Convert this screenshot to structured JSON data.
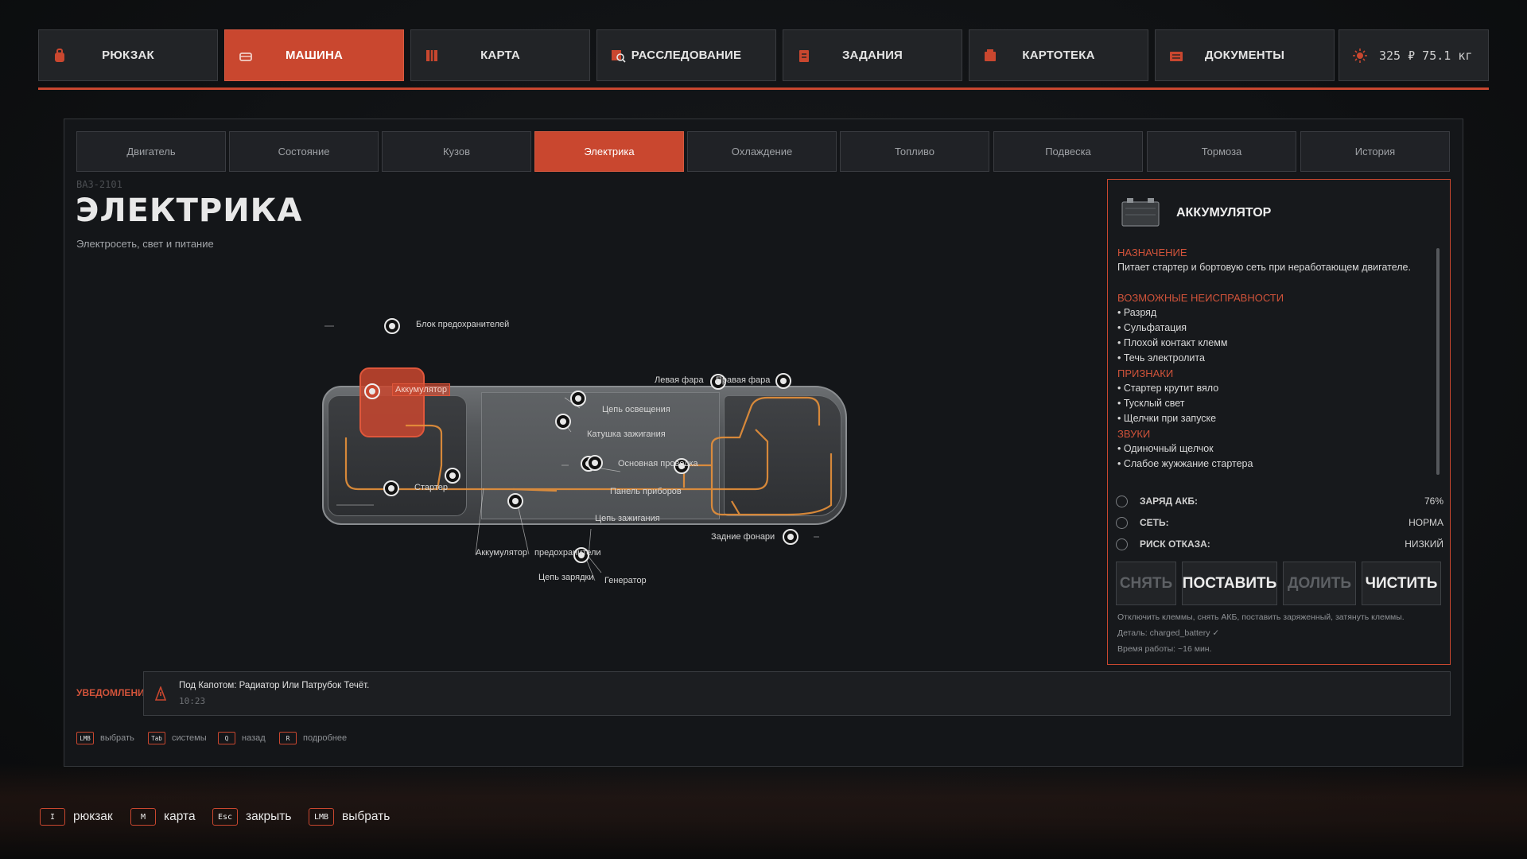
{
  "top_tabs": [
    {
      "label": "РЮКЗАК",
      "icon": "backpack-icon",
      "active": false
    },
    {
      "label": "МАШИНА",
      "icon": "car-icon",
      "active": true
    },
    {
      "label": "КАРТА",
      "icon": "map-icon",
      "active": false
    },
    {
      "label": "РАССЛЕДОВАНИЕ",
      "icon": "investigation-icon",
      "active": false
    },
    {
      "label": "ЗАДАНИЯ",
      "icon": "tasks-icon",
      "active": false
    },
    {
      "label": "КАРТОТЕКА",
      "icon": "card-index-icon",
      "active": false
    },
    {
      "label": "ДОКУМЕНТЫ",
      "icon": "documents-icon",
      "active": false
    }
  ],
  "wallet": {
    "text": "325 ₽ 75.1 кг",
    "icon": "sun-icon"
  },
  "sub_tabs": [
    {
      "label": "Двигатель",
      "active": false
    },
    {
      "label": "Состояние",
      "active": false
    },
    {
      "label": "Кузов",
      "active": false
    },
    {
      "label": "Электрика",
      "active": true
    },
    {
      "label": "Охлаждение",
      "active": false
    },
    {
      "label": "Топливо",
      "active": false
    },
    {
      "label": "Подвеска",
      "active": false
    },
    {
      "label": "Тормоза",
      "active": false
    },
    {
      "label": "История",
      "active": false
    }
  ],
  "model": "ВАЗ-2101",
  "title": "ЭЛЕКТРИКА",
  "subtitle": "Электросеть, свет и питание",
  "diagram_labels": {
    "fuse_block": "Блок предохранителей",
    "battery": "Аккумулятор",
    "left_headlight": "Левая фара",
    "right_headlight": "Правая фара",
    "lighting_circuit": "Цепь освещения",
    "ignition_coil": "Катушка зажигания",
    "main_wiring": "Основная проводка",
    "dashboard": "Панель приборов",
    "starter": "Стартер",
    "ignition_circuit": "Цепь зажигания",
    "rear_lights": "Задние фонари",
    "battery_bottom": "Аккумулятор",
    "fuses": "предохранители",
    "charging_circuit": "Цепь зарядки",
    "generator": "Генератор"
  },
  "info": {
    "icon": "battery-icon",
    "title": "АККУМУЛЯТОР",
    "purpose_title": "НАЗНАЧЕНИЕ",
    "purpose_text": "Питает стартер и бортовую сеть при неработающем двигателе.",
    "faults_title": "ВОЗМОЖНЫЕ НЕИСПРАВНОСТИ",
    "faults": [
      "• Разряд",
      "• Сульфатация",
      "• Плохой контакт клемм",
      "• Течь электролита"
    ],
    "signs_title": "ПРИЗНАКИ",
    "signs": [
      "• Стартер крутит вяло",
      "• Тусклый свет",
      "• Щелчки при запуске"
    ],
    "sounds_title": "ЗВУКИ",
    "sounds": [
      "• Одиночный щелчок",
      "• Слабое жужжание стартера"
    ],
    "stats": [
      {
        "label": "ЗАРЯД АКБ:",
        "value": "76%",
        "icon": "gauge-icon"
      },
      {
        "label": "СЕТЬ:",
        "value": "НОРМА",
        "icon": "network-icon"
      },
      {
        "label": "РИСК ОТКАЗА:",
        "value": "НИЗКИЙ",
        "icon": "risk-icon"
      }
    ],
    "buttons": [
      {
        "label": "СНЯТЬ",
        "enabled": false
      },
      {
        "label": "ПОСТАВИТЬ",
        "enabled": true
      },
      {
        "label": "ДОЛИТЬ",
        "enabled": false
      },
      {
        "label": "ЧИСТИТЬ",
        "enabled": true
      }
    ],
    "notes": [
      "Отключить клеммы, снять АКБ, поставить заряженный, затянуть клеммы.",
      "Деталь: charged_battery ✓",
      "Время работы: ~16 мин."
    ]
  },
  "notifications": {
    "label": "УВЕДОМЛЕНИЯ",
    "text": "Под Капотом: Радиатор Или Патрубок Течёт.",
    "time": "10:23",
    "icon": "alert-icon"
  },
  "hints": [
    {
      "key": "LMB",
      "label": "выбрать"
    },
    {
      "key": "Tab",
      "label": "системы"
    },
    {
      "key": "Q",
      "label": "назад"
    },
    {
      "key": "R",
      "label": "подробнее"
    }
  ],
  "bottom_hints": [
    {
      "key": "I",
      "label": "рюкзак"
    },
    {
      "key": "M",
      "label": "карта"
    },
    {
      "key": "Esc",
      "label": "закрыть"
    },
    {
      "key": "LMB",
      "label": "выбрать"
    }
  ],
  "colors": {
    "accent": "#c9472f",
    "panel": "#141619",
    "wire": "#e8913a"
  }
}
